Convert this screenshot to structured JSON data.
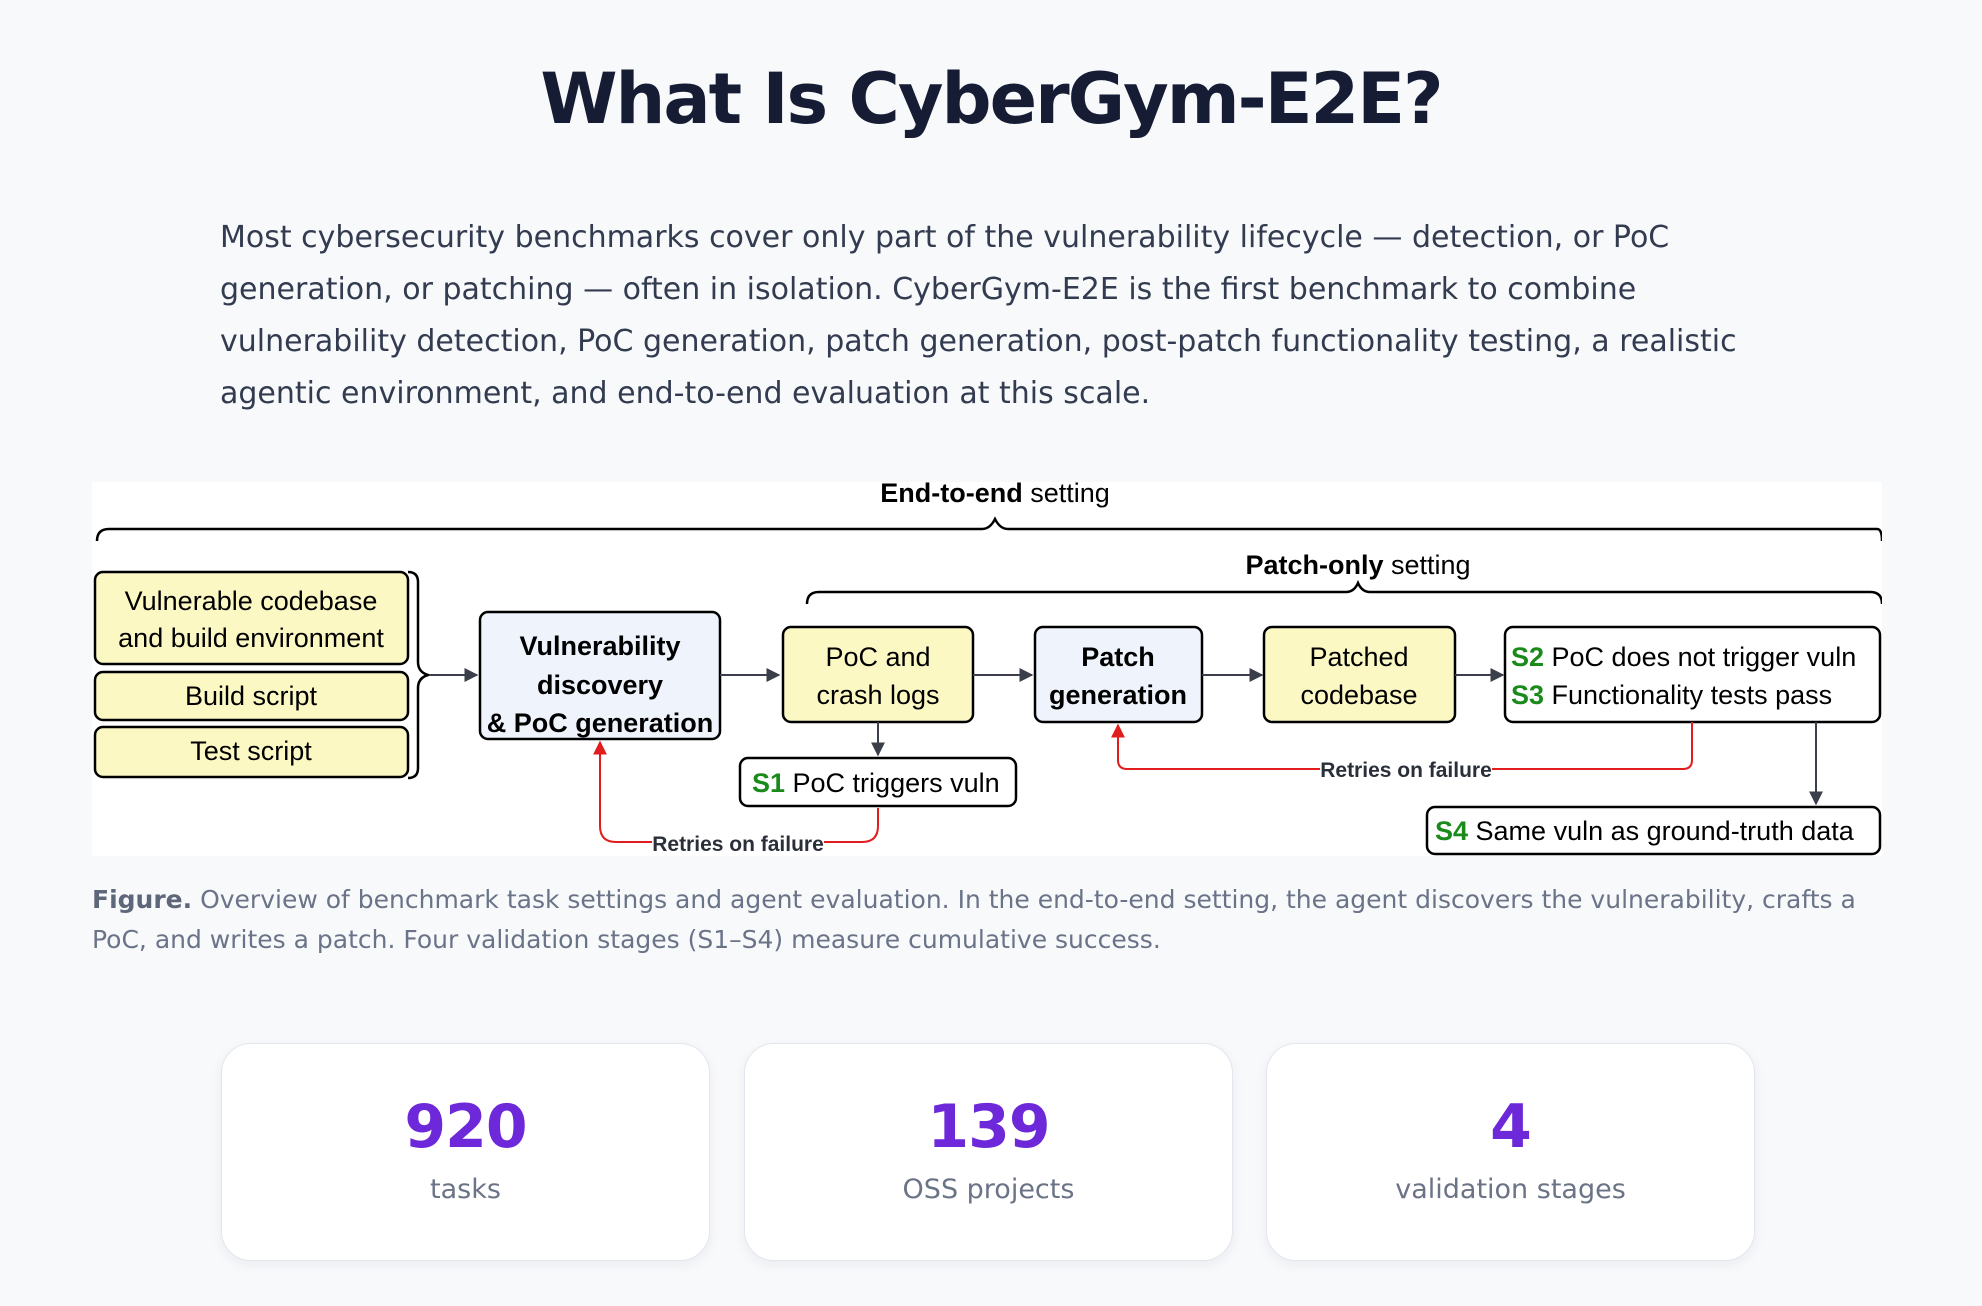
{
  "header": {
    "title": "What Is CyberGym-E2E?"
  },
  "intro": "Most cybersecurity benchmarks cover only part of the vulnerability lifecycle — detection, or PoC generation, or patching — often in isolation. CyberGym-E2E is the first benchmark to combine vulnerability detection, PoC generation, patch generation, post-patch functionality testing, a realistic agentic environment, and end-to-end evaluation at this scale.",
  "diagram": {
    "e2e_setting": {
      "bold": "End-to-end",
      "rest": " setting"
    },
    "patch_setting": {
      "bold": "Patch-only",
      "rest": " setting"
    },
    "inputs": {
      "codebase_line1": "Vulnerable codebase",
      "codebase_line2": "and build environment",
      "build_script": "Build script",
      "test_script": "Test script"
    },
    "discovery": {
      "line1": "Vulnerability",
      "line2": "discovery",
      "line3": "& PoC generation"
    },
    "poc_logs": {
      "line1": "PoC and",
      "line2": "crash logs"
    },
    "patch_gen": {
      "line1": "Patch",
      "line2": "generation"
    },
    "patched": {
      "line1": "Patched",
      "line2": "codebase"
    },
    "s2": {
      "tag": "S2",
      "text": " PoC does not trigger vuln"
    },
    "s3": {
      "tag": "S3",
      "text": " Functionality tests pass"
    },
    "s1": {
      "tag": "S1",
      "text": " PoC triggers vuln"
    },
    "s4": {
      "tag": "S4",
      "text": " Same vuln as ground-truth data"
    },
    "retry_left": "Retries on failure",
    "retry_right": "Retries on failure",
    "colors": {
      "input_fill": "#fbf8c4",
      "process_fill": "#eef3fc",
      "stage_tag": "#1a8a1a",
      "retry_arrow": "#e11d1d"
    }
  },
  "caption": {
    "label": "Figure.",
    "text": " Overview of benchmark task settings and agent evaluation. In the end-to-end setting, the agent discovers the vulnerability, crafts a PoC, and writes a patch. Four validation stages (S1–S4) measure cumulative success."
  },
  "stats": [
    {
      "value": "920",
      "label": "tasks"
    },
    {
      "value": "139",
      "label": "OSS projects"
    },
    {
      "value": "4",
      "label": "validation stages"
    }
  ]
}
